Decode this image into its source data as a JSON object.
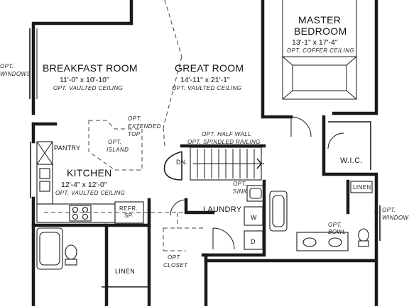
{
  "rooms": {
    "breakfast": {
      "name": "BREAKFAST ROOM",
      "dims": "11'-0\" x 10'-10\"",
      "note": "OPT. VAULTED CEILING"
    },
    "great": {
      "name": "GREAT ROOM",
      "dims": "14'-11\" x 21'-1\"",
      "note": "OPT. VAULTED CEILING"
    },
    "master": {
      "name_line1": "MASTER",
      "name_line2": "BEDROOM",
      "dims": "13'-1\" x 17'-4\"",
      "note": "OPT. COFFER CEILING"
    },
    "kitchen": {
      "name": "KITCHEN",
      "dims": "12'-4\" x 12'-0\"",
      "note": "OPT. VAULTED CEILING"
    }
  },
  "labels": {
    "opt_windows_left": [
      "OPT.",
      "WINDOWS"
    ],
    "opt_windows_right": [
      "OPT.",
      "WINDOWS"
    ],
    "extended_top": [
      "OPT.",
      "EXTENDED",
      "TOP"
    ],
    "opt_island": [
      "OPT.",
      "ISLAND"
    ],
    "pantry": "PANTRY",
    "half_wall": "OPT. HALF WALL",
    "spindled_railing": "OPT. SPINDLED RAILING",
    "stair_down": "DN.",
    "wic": "W.I.C.",
    "linen_right": "LINEN",
    "linen_left": "LINEN",
    "opt_sink": [
      "OPT.",
      "SINK"
    ],
    "laundry": "LAUNDRY",
    "refr": [
      "REFR.",
      "SP."
    ],
    "washer": "W",
    "dryer": "D",
    "opt_bowl": [
      "OPT.",
      "BOWL"
    ],
    "opt_closet": [
      "OPT.",
      "CLOSET"
    ]
  }
}
